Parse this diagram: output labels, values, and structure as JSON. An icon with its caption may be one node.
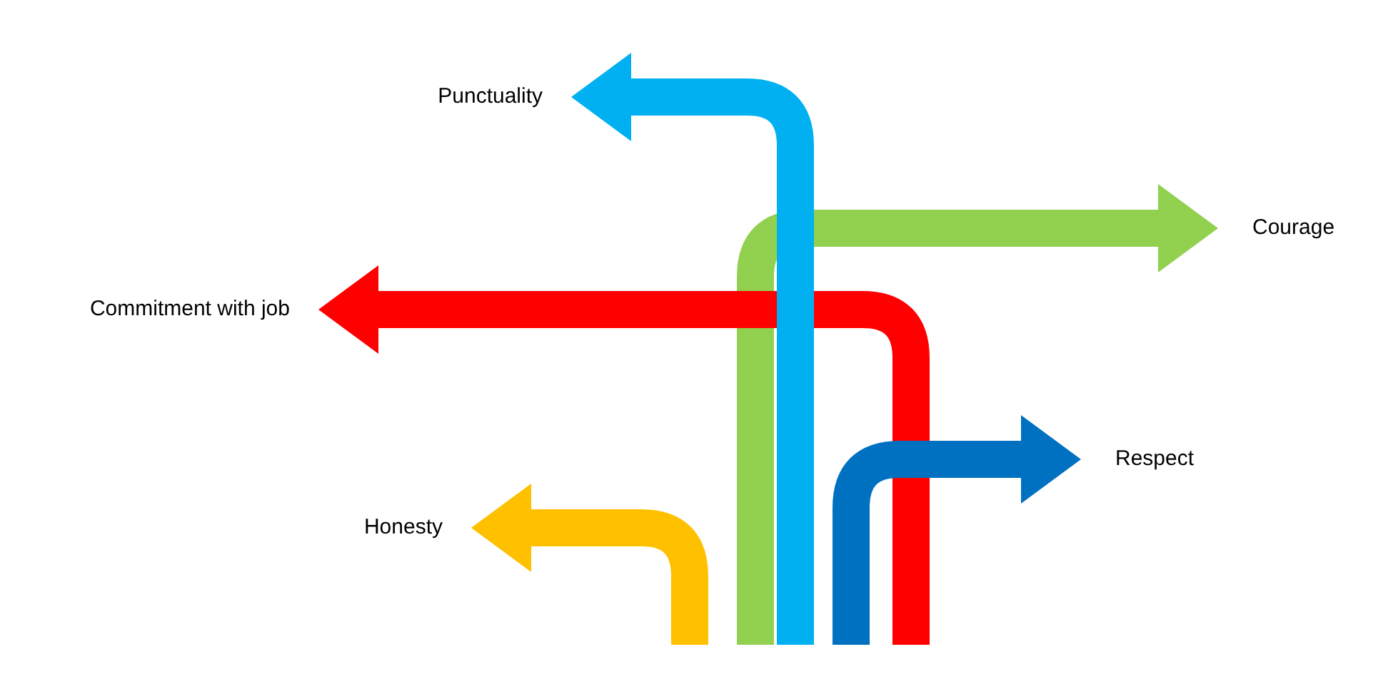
{
  "diagram": {
    "nodes": [
      {
        "text": [
          "Punctuality"
        ]
      },
      {
        "text": [
          "Courage"
        ]
      },
      {
        "text": [
          "Commitment with job"
        ]
      },
      {
        "text": [
          "Respect"
        ]
      },
      {
        "text": [
          "Honesty"
        ]
      }
    ],
    "edges": [
      {
        "from": null,
        "to": 4,
        "arrow": "to",
        "color": "#ffc000"
      },
      {
        "from": null,
        "to": 1,
        "arrow": "to",
        "color": "#92d050"
      },
      {
        "from": null,
        "to": 0,
        "arrow": "to",
        "color": "#00b0f0"
      },
      {
        "from": null,
        "to": 3,
        "arrow": "to",
        "color": "#0070c0"
      },
      {
        "from": null,
        "to": 2,
        "arrow": "to",
        "color": "#ff0000"
      }
    ]
  }
}
